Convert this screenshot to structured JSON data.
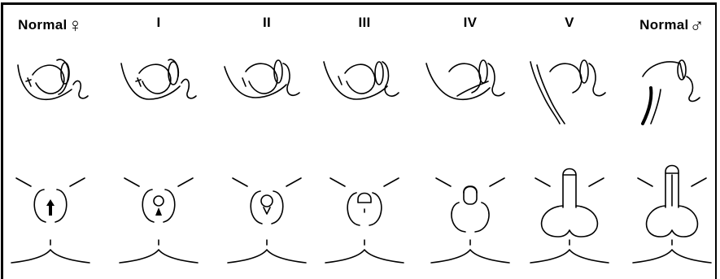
{
  "stages": [
    {
      "label": "Normal",
      "symbol": "♀",
      "key": "normal-female"
    },
    {
      "label": "I",
      "symbol": "",
      "key": "stage-1"
    },
    {
      "label": "II",
      "symbol": "",
      "key": "stage-2"
    },
    {
      "label": "III",
      "symbol": "",
      "key": "stage-3"
    },
    {
      "label": "IV",
      "symbol": "",
      "key": "stage-4"
    },
    {
      "label": "V",
      "symbol": "",
      "key": "stage-5"
    },
    {
      "label": "Normal",
      "symbol": "♂",
      "key": "normal-male"
    }
  ]
}
